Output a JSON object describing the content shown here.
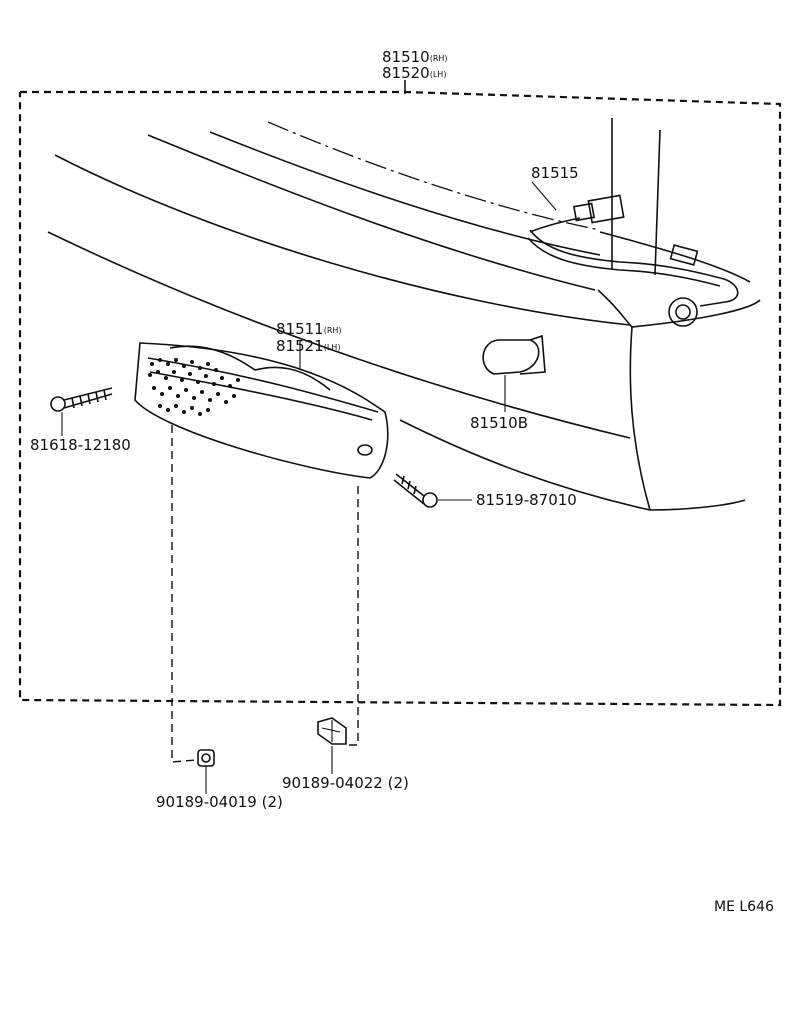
{
  "assembly": {
    "part_rh": "81510",
    "rh_tag": "(RH)",
    "part_lh": "81520",
    "lh_tag": "(LH)"
  },
  "parts": {
    "socket": "81515",
    "lens_rh": "81511",
    "lens_rh_tag": "(RH)",
    "lens_lh": "81521",
    "lens_lh_tag": "(LH)",
    "bulb": "81510B",
    "screw_left": "81618-12180",
    "screw_right": "81519-87010",
    "nut_left": "90189-04019 (2)",
    "nut_right": "90189-04022 (2)"
  },
  "code": "ME L646"
}
